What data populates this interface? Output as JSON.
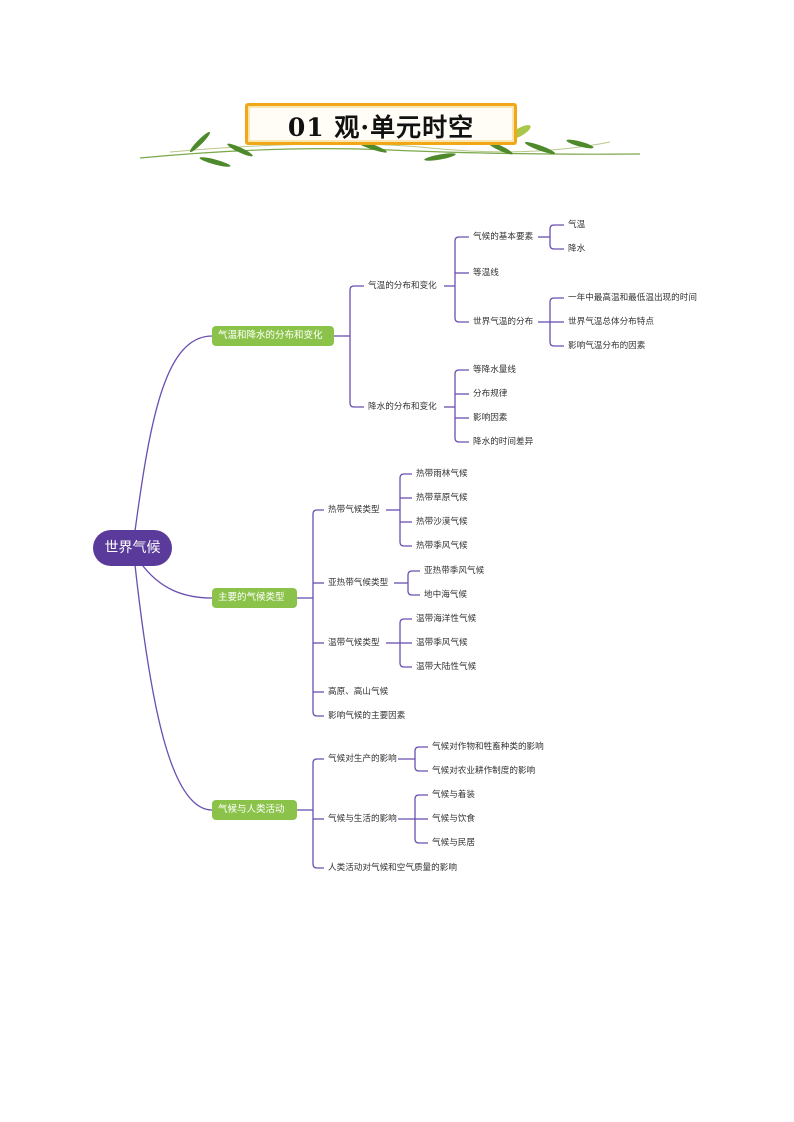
{
  "banner": {
    "title": "01  观·单元时空"
  },
  "mindmap": {
    "root": "世界气候",
    "branches": [
      {
        "label": "气温和降水的分布和变化",
        "children": [
          {
            "label": "气温的分布和变化",
            "children": [
              {
                "label": "气候的基本要素",
                "children": [
                  "气温",
                  "降水"
                ]
              },
              {
                "label": "等温线"
              },
              {
                "label": "世界气温的分布",
                "children": [
                  "一年中最高温和最低温出现的时间",
                  "世界气温总体分布特点",
                  "影响气温分布的因素"
                ]
              }
            ]
          },
          {
            "label": "降水的分布和变化",
            "children": [
              "等降水量线",
              "分布规律",
              "影响因素",
              "降水的时间差异"
            ]
          }
        ]
      },
      {
        "label": "主要的气候类型",
        "children": [
          {
            "label": "热带气候类型",
            "children": [
              "热带雨林气候",
              "热带草原气候",
              "热带沙漠气候",
              "热带季风气候"
            ]
          },
          {
            "label": "亚热带气候类型",
            "children": [
              "亚热带季风气候",
              "地中海气候"
            ]
          },
          {
            "label": "温带气候类型",
            "children": [
              "温带海洋性气候",
              "温带季风气候",
              "温带大陆性气候"
            ]
          },
          {
            "label": "高原、高山气候"
          },
          {
            "label": "影响气候的主要因素"
          }
        ]
      },
      {
        "label": "气候与人类活动",
        "children": [
          {
            "label": "气候对生产的影响",
            "children": [
              "气候对作物和牲畜种类的影响",
              "气候对农业耕作制度的影响"
            ]
          },
          {
            "label": "气候与生活的影响",
            "children": [
              "气候与着装",
              "气候与饮食",
              "气候与民居"
            ]
          },
          {
            "label": "人类活动对气候和空气质量的影响"
          }
        ]
      }
    ]
  },
  "colors": {
    "line": "#6a4fb0",
    "root": "#5a3a9a",
    "branch": "#8bc34a",
    "banner_border": "#f0a818"
  }
}
